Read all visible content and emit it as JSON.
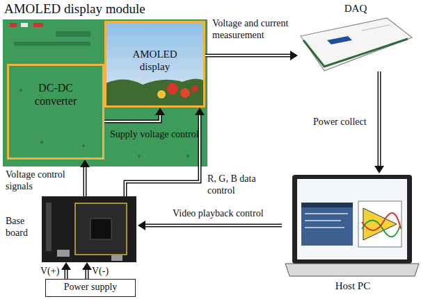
{
  "diagram": {
    "nodes": [
      {
        "text": [
          "AMOLED display module"
        ]
      },
      {
        "text": [
          "AMOLED display"
        ],
        "in": 0
      },
      {
        "text": [
          "DC-DC converter"
        ],
        "in": 0
      },
      {
        "text": [
          "DAQ"
        ]
      },
      {
        "text": [
          "Base board"
        ]
      },
      {
        "text": [
          "Host PC"
        ]
      },
      {
        "text": [
          "Power supply"
        ]
      }
    ],
    "edges": [
      {
        "from": 1,
        "to": 3,
        "arrow": "to",
        "label": "Voltage and current measurement"
      },
      {
        "from": 2,
        "to": 1,
        "arrow": "to",
        "label": "Supply voltage control"
      },
      {
        "from": 3,
        "to": 5,
        "arrow": "to",
        "label": "Power collect"
      },
      {
        "from": 4,
        "to": 2,
        "arrow": "to",
        "label": "Voltage control signals"
      },
      {
        "from": 4,
        "to": 1,
        "arrow": "to",
        "label": "R, G, B data control"
      },
      {
        "from": 5,
        "to": 4,
        "arrow": "to",
        "label": "Video playback control"
      },
      {
        "from": 6,
        "to": 4,
        "arrow": "to",
        "label": "V(+)"
      },
      {
        "from": 6,
        "to": 4,
        "arrow": "to",
        "label": "V(-)"
      }
    ]
  }
}
